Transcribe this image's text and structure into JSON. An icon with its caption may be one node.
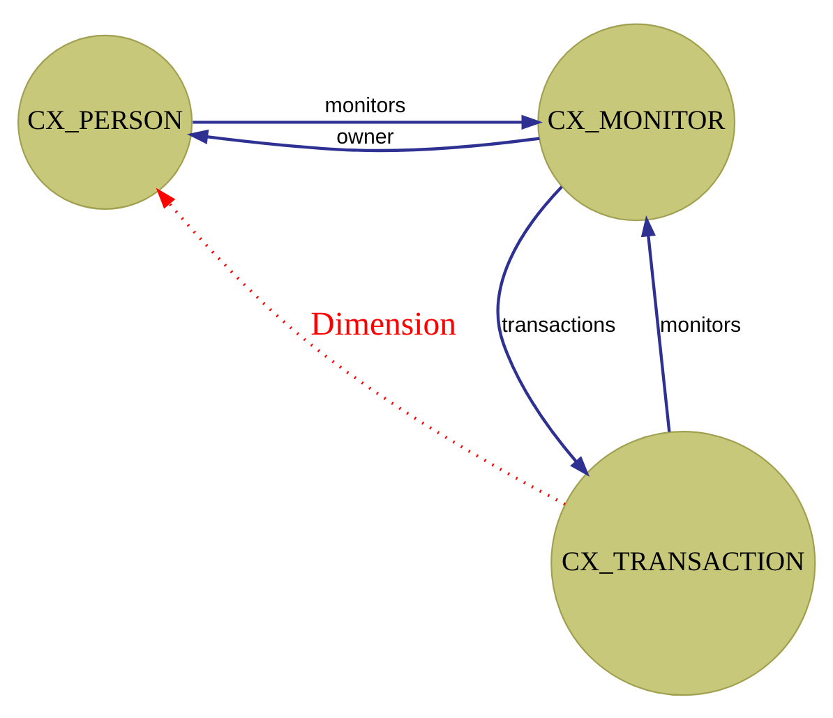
{
  "diagram": {
    "nodes": [
      {
        "text": [
          "CX_PERSON"
        ]
      },
      {
        "text": [
          "CX_MONITOR"
        ]
      },
      {
        "text": [
          "CX_TRANSACTION"
        ]
      }
    ],
    "edges": [
      {
        "from": 0,
        "to": 1,
        "arrow": "to",
        "label": "monitors"
      },
      {
        "from": 1,
        "to": 0,
        "arrow": "to",
        "label": "owner"
      },
      {
        "from": 1,
        "to": 2,
        "arrow": "to",
        "label": "transactions"
      },
      {
        "from": 2,
        "to": 1,
        "arrow": "to",
        "label": "monitors"
      },
      {
        "from": 2,
        "to": 0,
        "arrow": "to",
        "label": "Dimension",
        "style": "dashed",
        "color": "#ff0000"
      }
    ]
  }
}
